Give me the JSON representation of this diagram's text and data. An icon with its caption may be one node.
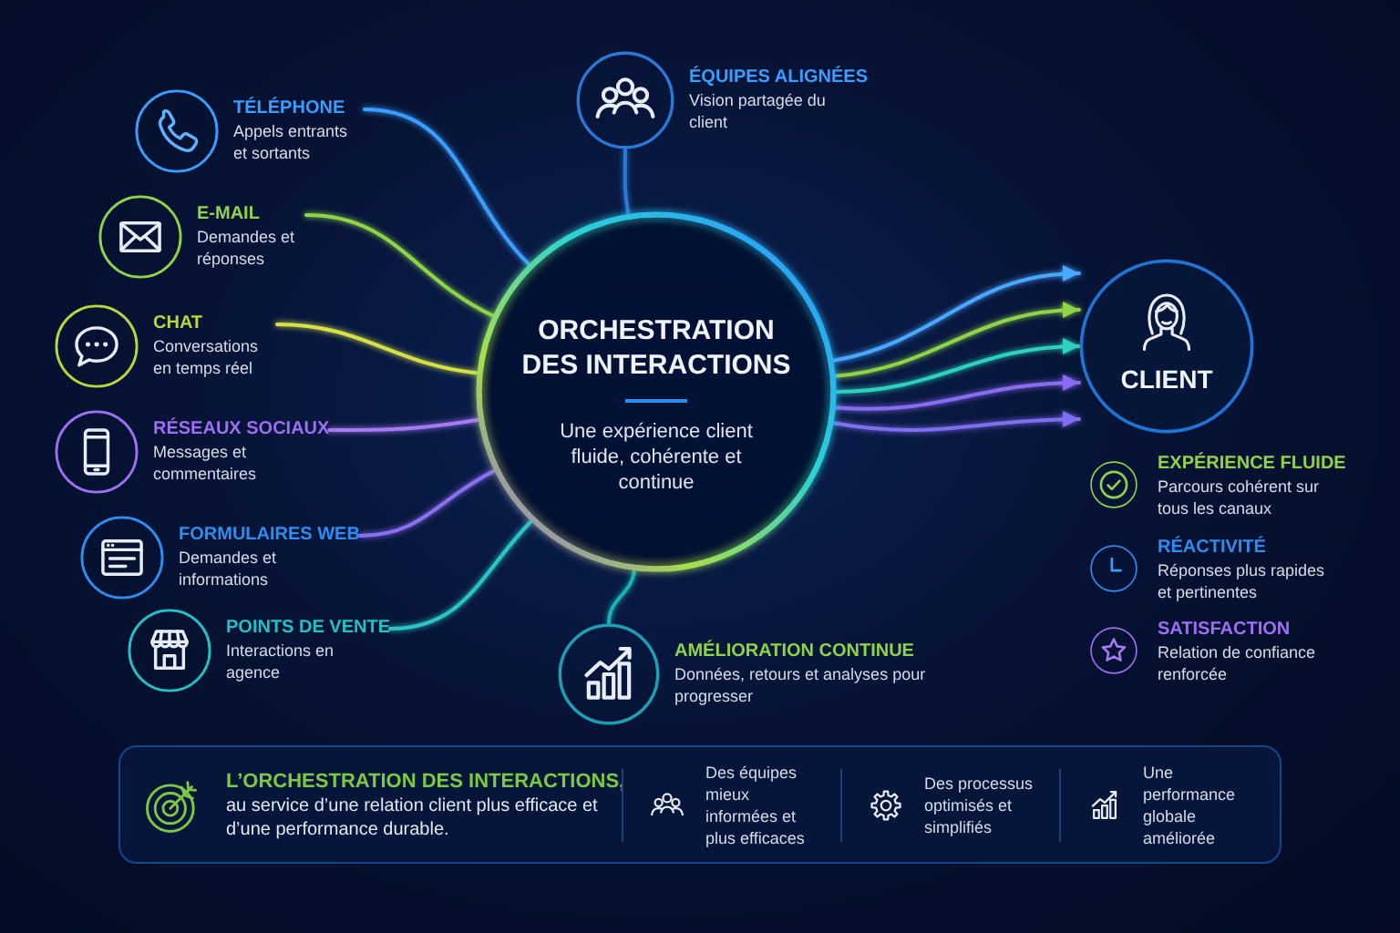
{
  "diagram": {
    "nodes": [
      {
        "text": [
          "TÉLÉPHONE",
          "Appels entrants et sortants"
        ]
      },
      {
        "text": [
          "E-MAIL",
          "Demandes et réponses"
        ]
      },
      {
        "text": [
          "CHAT",
          "Conversations en temps réel"
        ]
      },
      {
        "text": [
          "RÉSEAUX SOCIAUX",
          "Messages et commentaires"
        ]
      },
      {
        "text": [
          "FORMULAIRES WEB",
          "Demandes et informations"
        ]
      },
      {
        "text": [
          "POINTS DE VENTE",
          "Interactions en agence"
        ]
      },
      {
        "text": [
          "ÉQUIPES ALIGNÉES",
          "Vision partagée du client"
        ]
      },
      {
        "text": [
          "ORCHESTRATION DES INTERACTIONS",
          "Une expérience client fluide, cohérente et continue"
        ]
      },
      {
        "text": [
          "AMÉLIORATION CONTINUE",
          "Données, retours et analyses pour progresser"
        ]
      },
      {
        "text": [
          "CLIENT"
        ]
      },
      {
        "text": [
          "EXPÉRIENCE FLUIDE",
          "Parcours cohérent sur tous les canaux"
        ]
      },
      {
        "text": [
          "RÉACTIVITÉ",
          "Réponses plus rapides et pertinentes"
        ]
      },
      {
        "text": [
          "SATISFACTION",
          "Relation de confiance renforcée"
        ]
      },
      {
        "text": [
          "L’ORCHESTRATION DES INTERACTIONS,",
          "au service d’une relation client plus efficace et d’une performance durable.",
          "Des équipes mieux informées et plus efficaces",
          "Des processus optimisés et simplifiés",
          "Une performance globale améliorée"
        ]
      }
    ],
    "edges": [
      {
        "from": 0,
        "to": 7,
        "arrow": "none",
        "color": "#3a9eff"
      },
      {
        "from": 1,
        "to": 7,
        "arrow": "none",
        "color": "#8fd34a"
      },
      {
        "from": 2,
        "to": 7,
        "arrow": "none",
        "color": "#d6e04a"
      },
      {
        "from": 3,
        "to": 7,
        "arrow": "none",
        "color": "#a67af5"
      },
      {
        "from": 4,
        "to": 7,
        "arrow": "none",
        "color": "#8a70f2"
      },
      {
        "from": 5,
        "to": 7,
        "arrow": "none",
        "color": "#2cc6c6"
      },
      {
        "from": 6,
        "to": 7,
        "arrow": "none",
        "color": "#2a78d8"
      },
      {
        "from": 7,
        "to": 8,
        "arrow": "none",
        "color": "#1fb0b8"
      },
      {
        "from": 7,
        "to": 9,
        "arrow": "to",
        "color": "#4aa8ff"
      },
      {
        "from": 7,
        "to": 9,
        "arrow": "to",
        "color": "#8fd34a"
      },
      {
        "from": 7,
        "to": 9,
        "arrow": "to",
        "color": "#2ed1c0"
      },
      {
        "from": 7,
        "to": 9,
        "arrow": "to",
        "color": "#8a6cf2"
      },
      {
        "from": 7,
        "to": 9,
        "arrow": "to",
        "color": "#7f6ef0"
      }
    ]
  }
}
